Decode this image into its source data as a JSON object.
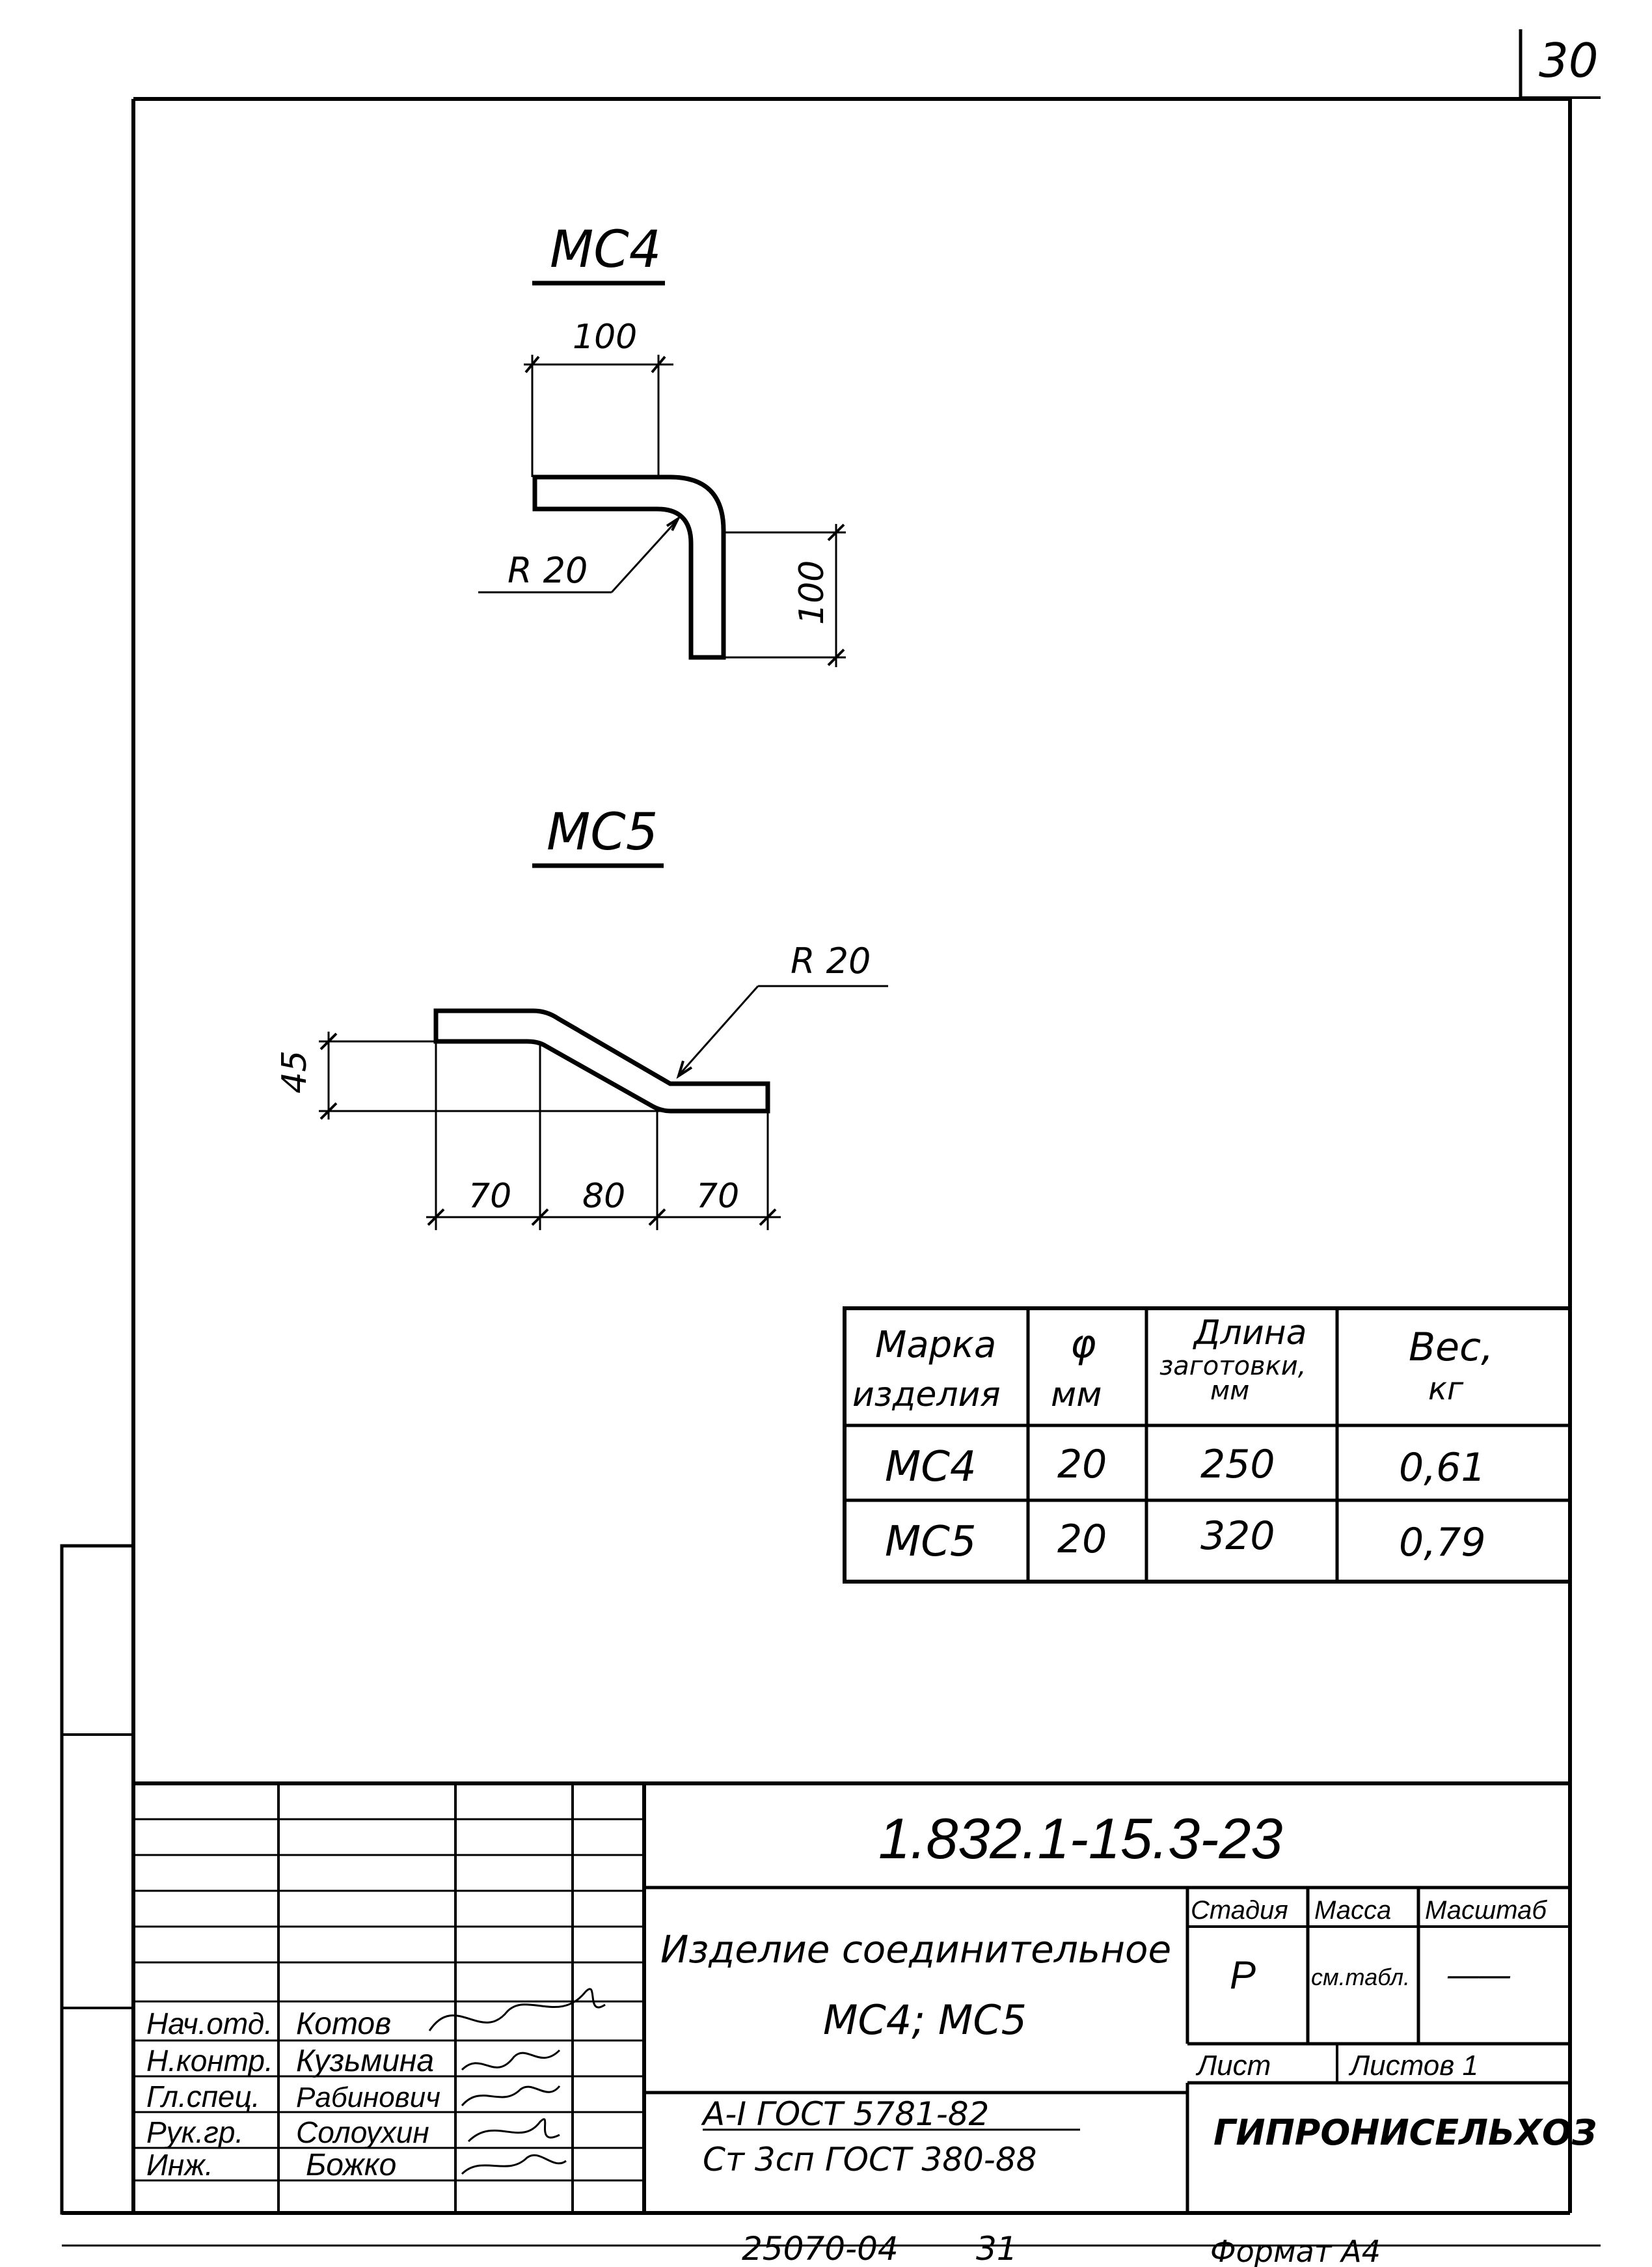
{
  "sheet_number": "30",
  "drawings": {
    "mc4": {
      "title": "МС4",
      "dim_top": "100",
      "dim_right": "100",
      "radius": "R 20"
    },
    "mc5": {
      "title": "МС5",
      "dim_height": "45",
      "dim_bottom": [
        "70",
        "80",
        "70"
      ],
      "radius": "R 20"
    }
  },
  "spec_table": {
    "headers": {
      "mark_line1": "Марка",
      "mark_line2": "изделия",
      "dia_line1": "φ",
      "dia_line2": "мм",
      "len_line1": "Длина",
      "len_line2": "заготовки,",
      "len_line3": "мм",
      "weight_line1": "Вес,",
      "weight_line2": "кг"
    },
    "rows": [
      {
        "mark": "МС4",
        "dia": "20",
        "length": "250",
        "weight": "0,61"
      },
      {
        "mark": "МС5",
        "dia": "20",
        "length": "320",
        "weight": "0,79"
      }
    ]
  },
  "title_block": {
    "doc_code": "1.832.1-15.3-23",
    "name_line1": "Изделие соединительное",
    "name_line2": "МС4; МС5",
    "stage_label": "Стадия",
    "mass_label": "Масса",
    "scale_label": "Масштаб",
    "stage_value": "Р",
    "mass_value": "см.табл.",
    "scale_value": "——",
    "sheet_label": "Лист",
    "sheets_label": "Листов 1",
    "org": "ГИПРОНИСЕЛЬХОЗ",
    "material_line1": "А-I ГОСТ 5781-82",
    "material_line2": "Ст 3сп ГОСТ 380-88",
    "staff": [
      {
        "role": "Нач.отд.",
        "name": "Котов"
      },
      {
        "role": "Н.контр.",
        "name": "Кузьмина"
      },
      {
        "role": "Гл.спец.",
        "name": "Рабинович"
      },
      {
        "role": "Рук.гр.",
        "name": "Солоухин"
      },
      {
        "role": "Инж.",
        "name": "Божко"
      }
    ]
  },
  "footer": {
    "inventory": "25070-04",
    "page": "31",
    "format": "Формат А4"
  }
}
